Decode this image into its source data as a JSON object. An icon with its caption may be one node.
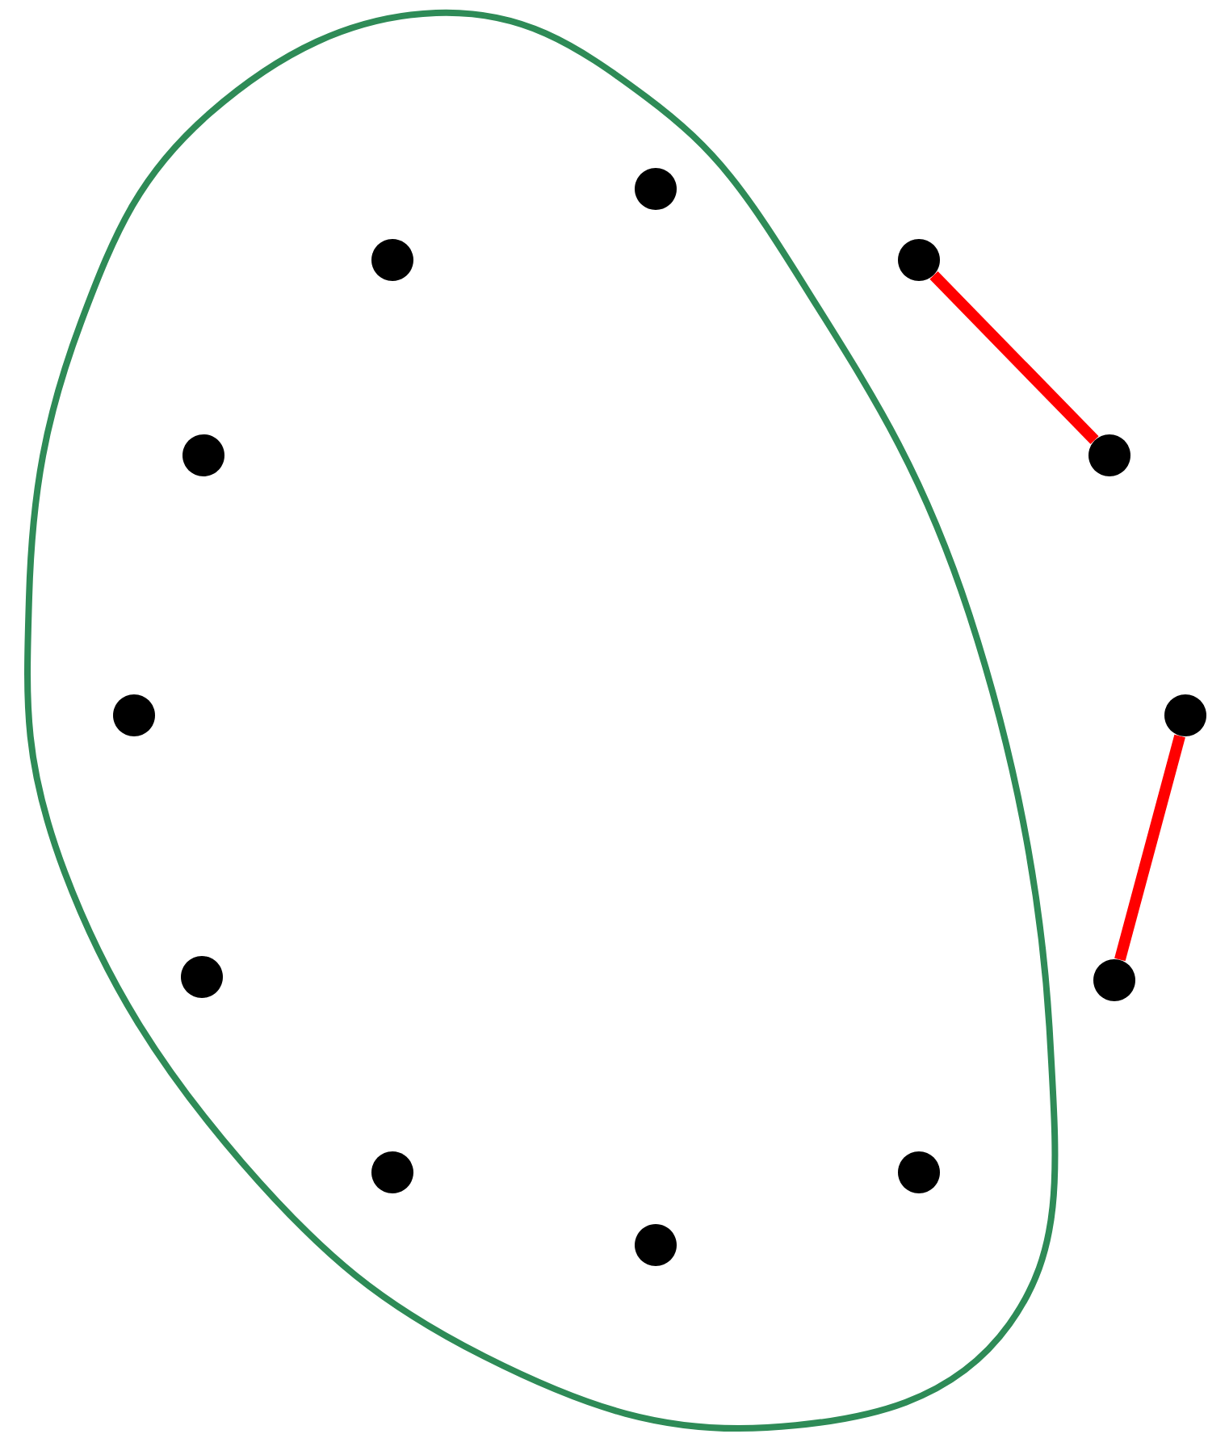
{
  "diagram": {
    "nodes": [
      {
        "text": [],
        "shape": "cloud"
      },
      {
        "text": [],
        "shape": "circle",
        "in": 0
      },
      {
        "text": [],
        "shape": "circle",
        "in": 0
      },
      {
        "text": [],
        "shape": "circle"
      },
      {
        "text": [],
        "shape": "circle",
        "in": 0
      },
      {
        "text": [],
        "shape": "circle"
      },
      {
        "text": [],
        "shape": "circle",
        "in": 0
      },
      {
        "text": [],
        "shape": "circle"
      },
      {
        "text": [],
        "shape": "circle",
        "in": 0
      },
      {
        "text": [],
        "shape": "circle"
      },
      {
        "text": [],
        "shape": "circle",
        "in": 0
      },
      {
        "text": [],
        "shape": "circle",
        "in": 0
      },
      {
        "text": [],
        "shape": "circle",
        "in": 0
      }
    ],
    "edges": [
      {
        "from": 3,
        "to": 5,
        "arrow": "none"
      },
      {
        "from": 7,
        "to": 9,
        "arrow": "none"
      }
    ]
  }
}
